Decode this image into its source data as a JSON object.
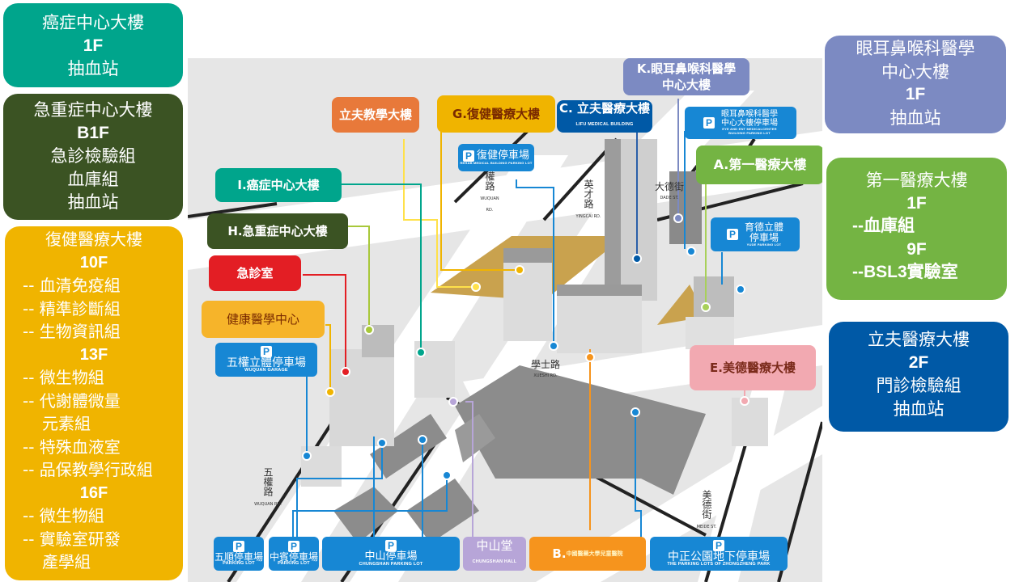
{
  "colors": {
    "teal": "#00a58c",
    "darkgreen": "#3b5323",
    "gold": "#f0b400",
    "slate": "#7c8ac2",
    "green": "#74b443",
    "navy": "#0059a6",
    "orange": "#e8793a",
    "red": "#e31e24",
    "pink": "#f2a9b1",
    "sign_blue": "#1787d4",
    "purple": "#b7a5d8",
    "b_orange": "#f6941d"
  },
  "left_panels": [
    {
      "title": "癌症中心大樓",
      "lines": [
        "1F",
        "抽血站"
      ]
    },
    {
      "title": "急重症中心大樓",
      "lines": [
        "B1F",
        "急診檢驗組",
        "血庫組",
        "抽血站"
      ]
    },
    {
      "title": "復健醫療大樓",
      "lines": [
        "10F",
        "-- 血清免疫組",
        "-- 精準診斷組",
        "-- 生物資訊組",
        "13F",
        "-- 微生物組",
        "-- 代謝體微量",
        "元素組",
        "-- 特殊血液室",
        "-- 品保教學行政組",
        "16F",
        "-- 微生物組",
        "-- 實驗室研發",
        "產學組"
      ]
    }
  ],
  "right_panels": [
    {
      "title": "眼耳鼻喉科醫學",
      "title2": "中心大樓",
      "lines": [
        "1F",
        "抽血站"
      ]
    },
    {
      "title": "第一醫療大樓",
      "lines": [
        "1F",
        "--血庫組",
        "9F",
        "--BSL3實驗室"
      ]
    },
    {
      "title": "立夫醫療大樓",
      "lines": [
        "2F",
        "門診檢驗組",
        "抽血站"
      ]
    }
  ],
  "map": {
    "building_labels": {
      "lifu_teaching": "立夫教學大樓",
      "g_rehab": "G.復健醫療大樓",
      "c_lifu": "C. 立夫醫療大樓",
      "c_lifu_en": "LIFU MEDICAL BUILDING",
      "k_ent_1": "K.眼耳鼻喉科醫學",
      "k_ent_2": "中心大樓",
      "a_first": "A.第一醫療大樓",
      "i_cancer": "I.癌症中心大樓",
      "h_emergency": "H.急重症中心大樓",
      "er": "急診室",
      "health": "健康醫學中心",
      "e_meide": "E.美德醫療大樓",
      "chungshan_hall": "中山堂",
      "chungshan_hall_en": "CHUNGSHAN HALL",
      "b_children": "B.",
      "b_children_name": "中國醫藥大學兒童醫院"
    },
    "parking": {
      "p_glyph": "P",
      "ent_parking_1": "眼耳鼻喉科醫學",
      "ent_parking_2": "中心大樓停車場",
      "ent_parking_en1": "EYE AND ENT MEDICALCENTER",
      "ent_parking_en2": "BUILDING PARKING LOT",
      "rehab_parking": "復健停車場",
      "rehab_parking_en": "REHAB MEDICAL BUILDING PARKING LOT",
      "yude_1": "育德立體",
      "yude_2": "停車場",
      "yude_en": "YUDE PARKING LOT",
      "wuquan_garage": "五權立體停車場",
      "wuquan_garage_en": "WUQUAN GARAGE",
      "wushun": "五順停車場",
      "wushun_en": "PARKING LOT",
      "zhongbin": "中賓停車場",
      "zhongbin_en": "PARKING LOT",
      "chungshan": "中山停車場",
      "chungshan_en": "CHUNGSHAN PARKING LOT",
      "zhongzheng": "中正公園地下停車場",
      "zhongzheng_en": "THE PARKING LOTS OF ZHONGZHENG PARK"
    },
    "streets": {
      "wuquan_1": "五權路",
      "wuquan_1_en": "WUQUAN RD.",
      "wuquan_2": "五權路",
      "wuquan_2_en": "WUQUAN RD.",
      "yingcai": "英才路",
      "yingcai_en": "YINGCAI RD.",
      "dade": "大德街",
      "dade_en": "DADE ST.",
      "xueshi": "學士路",
      "xueshi_en": "XUESHI RD.",
      "meide": "美德街",
      "meide_en": "MEIDE ST."
    }
  }
}
